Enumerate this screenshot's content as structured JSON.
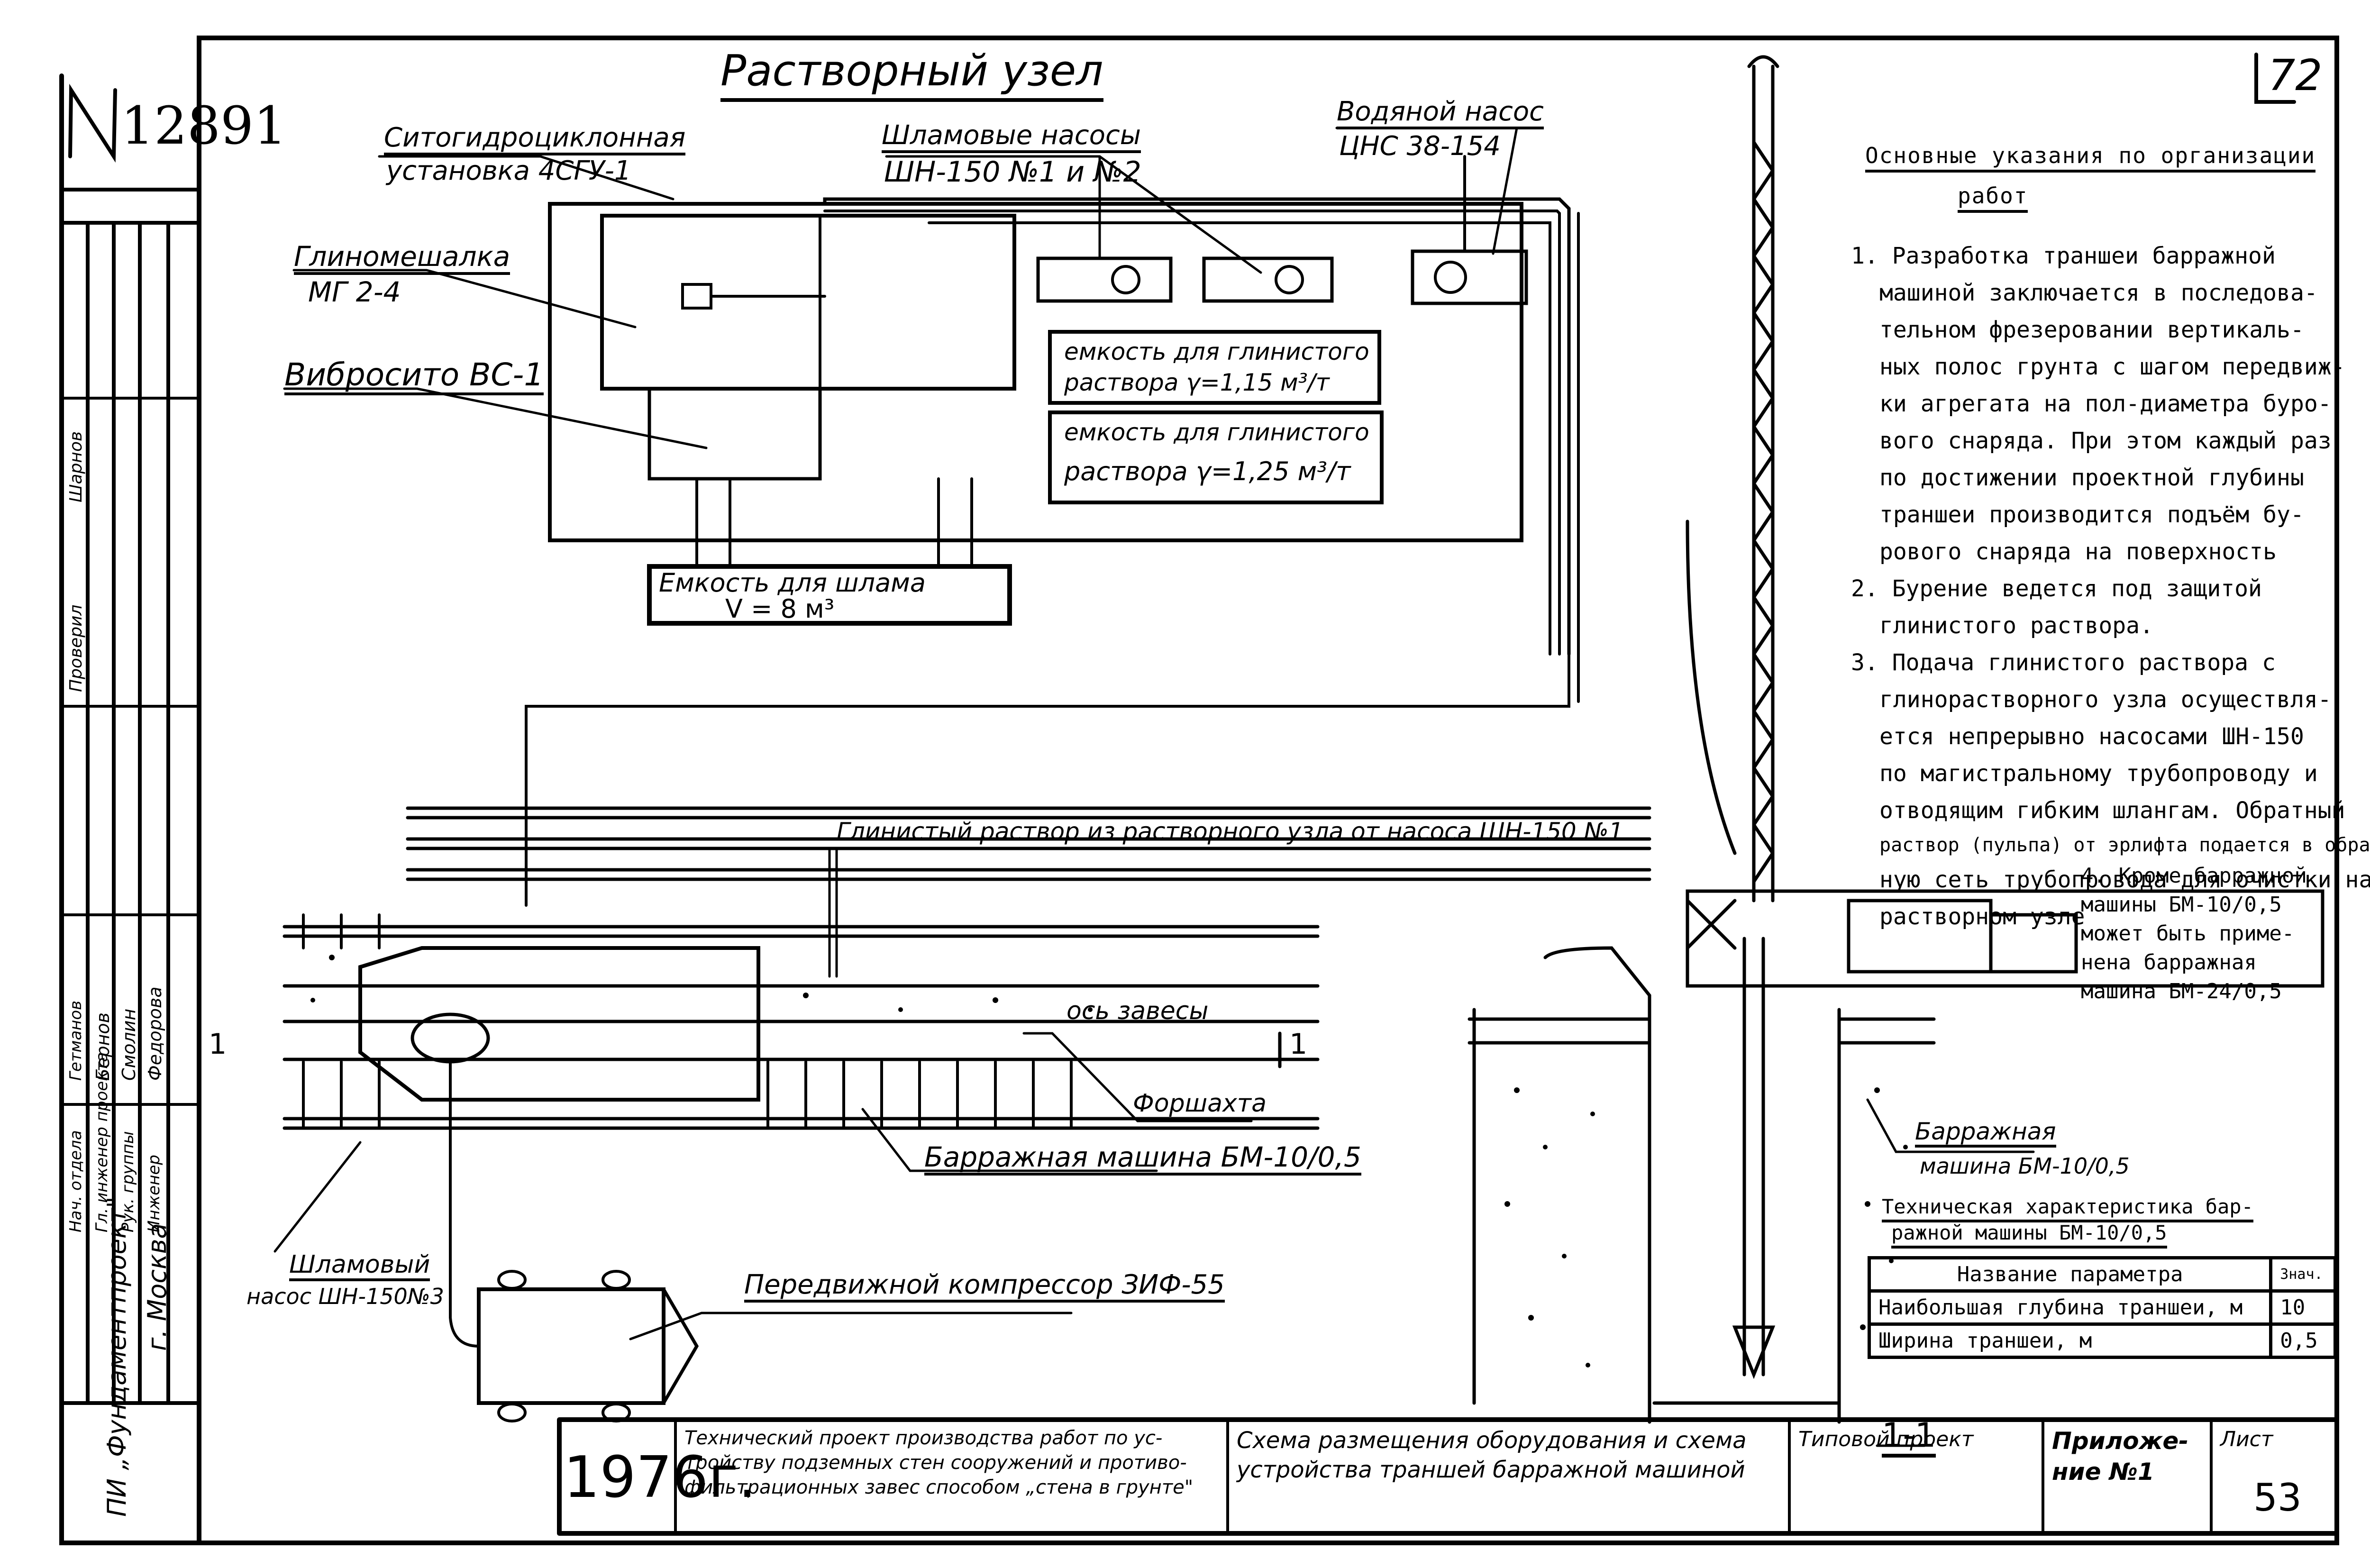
{
  "document": {
    "archive_number": "12891",
    "corner_mark": "72",
    "main_title": "Растворный узел"
  },
  "equipment_labels": {
    "sieve_hydrocyclone": {
      "line1": "Ситогидроциклонная",
      "line2": "установка 4СГУ-1"
    },
    "slurry_pumps": {
      "line1": "Шламовые насосы",
      "line2": "ШН-150 №1 и №2"
    },
    "water_pump": {
      "line1": "Водяной насос",
      "line2": "ЦНС 38-154"
    },
    "clay_mixer": {
      "line1": "Глиномешалка",
      "line2": "МГ 2-4"
    },
    "vibrosieve": {
      "line1": "Вибросито ВС-1"
    },
    "tank_115": {
      "line1": "емкость для глинистого",
      "line2": "раствора γ=1,15 м³/т"
    },
    "tank_125": {
      "line1": "емкость для глинистого",
      "line2": "раствора γ=1,25 м³/т"
    },
    "slurry_tank": {
      "line1": "Емкость для шлама",
      "line2": "V = 8 м³"
    },
    "pipeline_caption": "Глинистый раствор из растворного узла от насоса ШН-150 №1",
    "curtain_axis": "ось завесы",
    "forshakhta": "Форшахта",
    "barrage_machine_plan": "Барражная машина БМ-10/0,5",
    "slurry_pump_3": {
      "line1": "Шламовый",
      "line2": "насос ШН-150№3"
    },
    "compressor": "Передвижной компрессор ЗИФ-55",
    "section_mark": "1",
    "section_title": "1-1",
    "barrage_machine_section": {
      "line1": "Барражная",
      "line2": "машина БМ-10/0,5"
    }
  },
  "notes": {
    "title_line1": "Основные указания по организации",
    "title_line2": "работ",
    "items": [
      "1. Разработка траншеи барражной",
      "машиной заключается в последова-",
      "тельном фрезеровании вертикаль-",
      "ных полос грунта с шагом передвиж-",
      "ки агрегата на пол-диаметра буро-",
      "вого снаряда. При этом каждый раз",
      "по достижении проектной глубины",
      "траншеи производится подъём бу-",
      "рового снаряда на поверхность",
      "2. Бурение ведется под защитой",
      "глинистого раствора.",
      "3. Подача глинистого раствора с",
      "глинорастворного узла осуществля-",
      "ется непрерывно насосами ШН-150",
      "по магистральному трубопроводу и",
      "отводящим гибким шлангам. Обратный",
      "раствор (пульпа) от эрлифта подается в обрат-",
      "ную сеть трубопровода для очистки на",
      "растворном узле"
    ],
    "item4": [
      "4. Кроме барражной",
      "машины БМ-10/0,5",
      "может быть приме-",
      "нена барражная",
      "машина БМ-24/0,5"
    ]
  },
  "spec_table": {
    "title_line1": "Техническая характеристика бар-",
    "title_line2": "ражной машины БМ-10/0,5",
    "header": {
      "name": "Название параметра",
      "value": "Знач."
    },
    "rows": [
      {
        "name": "Наибольшая глубина траншеи, м",
        "value": "10"
      },
      {
        "name": "Ширина траншеи, м",
        "value": "0,5"
      }
    ]
  },
  "title_block": {
    "year": "1976г.",
    "project_description": [
      "Технический проект производства работ по ус-",
      "тройству подземных стен сооружений и противо-",
      "фильтрационных завес способом „стена в грунте\""
    ],
    "sheet_title": [
      "Схема размещения оборудования и схема",
      "устройства траншей барражной машиной"
    ],
    "project_type": "Типовой проект",
    "appendix": [
      "Приложе-",
      "ние №1"
    ],
    "sheet_label": "Лист",
    "sheet_number": "53"
  },
  "stamp": {
    "organization": "ПИ „Фундаментпроект\"",
    "city": "г. Москва",
    "roles": [
      "Нач. отдела",
      "Гл. инженер проекта",
      "Рук. группы",
      "Инженер"
    ],
    "names": [
      "Гетманов",
      "Бернов",
      "Смолин",
      "Федорова"
    ],
    "upper_roles": [
      "Проверил",
      "Шарнов"
    ]
  }
}
